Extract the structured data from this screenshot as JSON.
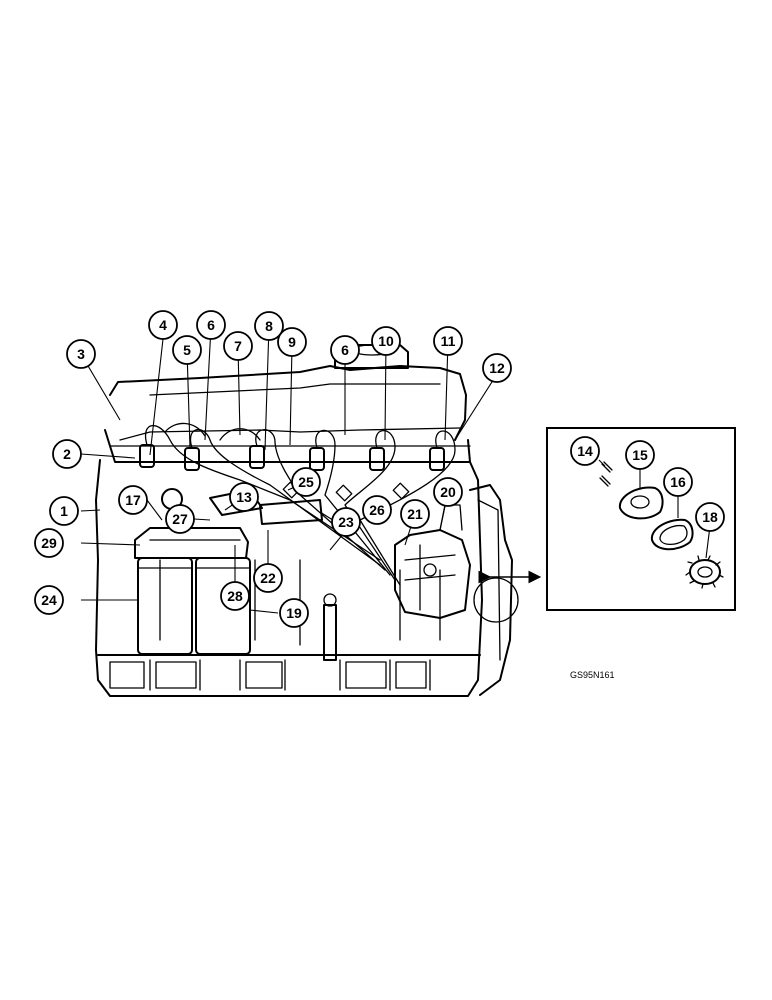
{
  "figure_code": "GS95N161",
  "callouts": [
    "1",
    "2",
    "3",
    "4",
    "5",
    "6",
    "7",
    "8",
    "9",
    "6",
    "10",
    "11",
    "12",
    "13",
    "14",
    "15",
    "16",
    "17",
    "18",
    "19",
    "20",
    "21",
    "22",
    "23",
    "24",
    "25",
    "26",
    "27",
    "28",
    "29"
  ]
}
